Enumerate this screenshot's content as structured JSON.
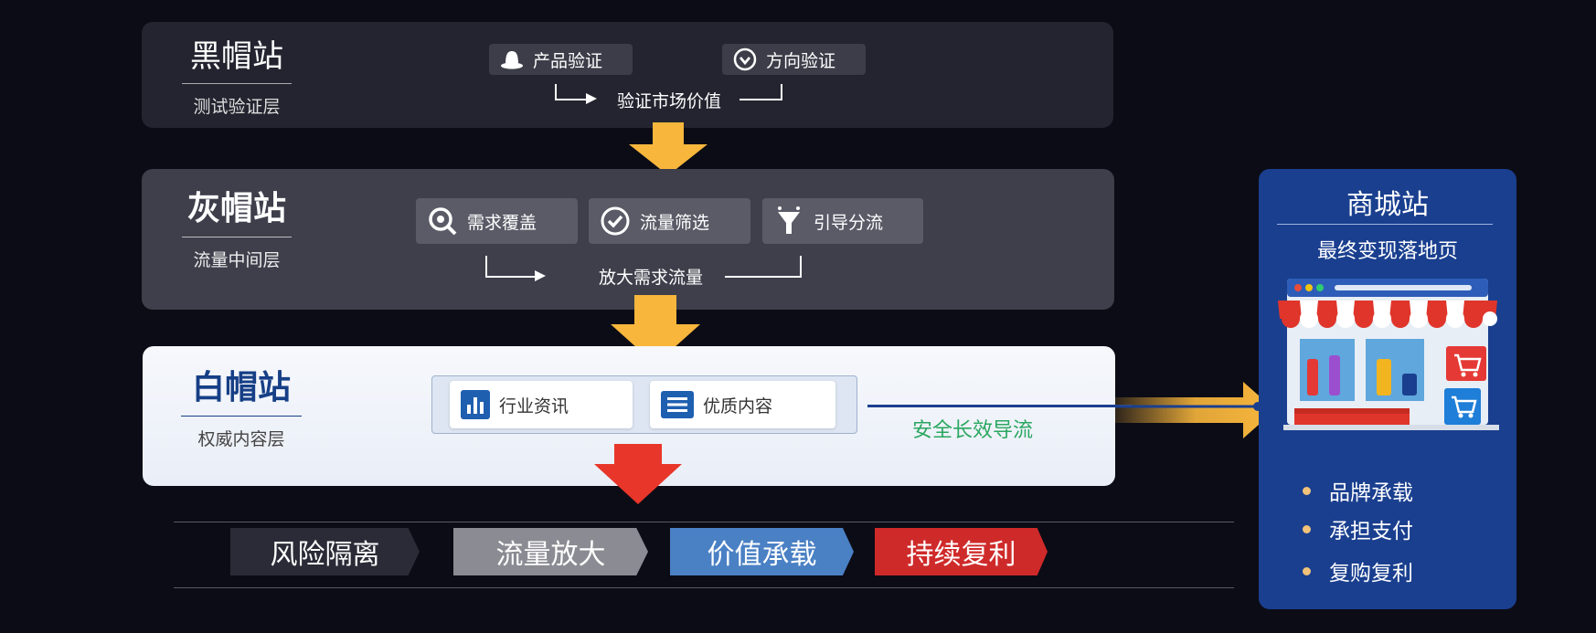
{
  "black_layer": {
    "title": "黑帽站",
    "subtitle": "测试验证层",
    "tags": [
      {
        "label": "产品验证",
        "icon": "hat-icon"
      },
      {
        "label": "方向验证",
        "icon": "compass-icon"
      }
    ],
    "flow_text": "验证市场价值"
  },
  "gray_layer": {
    "title": "灰帽站",
    "subtitle": "流量中间层",
    "tags": [
      {
        "label": "需求覆盖",
        "icon": "search-icon"
      },
      {
        "label": "流量筛选",
        "icon": "check-circle-icon"
      },
      {
        "label": "引导分流",
        "icon": "funnel-icon"
      }
    ],
    "flow_text": "放大需求流量"
  },
  "white_layer": {
    "title": "白帽站",
    "subtitle": "权威内容层",
    "tags": [
      {
        "label": "行业资讯",
        "icon": "bar-chart-icon"
      },
      {
        "label": "优质内容",
        "icon": "document-icon"
      }
    ],
    "flow_text": "安全长效导流"
  },
  "chevrons": [
    {
      "label": "风险隔离",
      "color": "#2a2b36"
    },
    {
      "label": "流量放大",
      "color": "#8b8b93"
    },
    {
      "label": "价值承载",
      "color": "#4a80c4"
    },
    {
      "label": "持续复利",
      "color": "#cf2a2a"
    }
  ],
  "mall": {
    "title": "商城站",
    "subtitle": "最终变现落地页",
    "bullets": [
      "品牌承载",
      "承担支付",
      "复购复利"
    ],
    "icon": "storefront-icon"
  },
  "colors": {
    "arrow_orange": "#f8b63c",
    "arrow_red": "#e8362a",
    "white_title": "#163f86",
    "flow_green": "#2aa760",
    "mall_bg": "#1a3f8f"
  }
}
